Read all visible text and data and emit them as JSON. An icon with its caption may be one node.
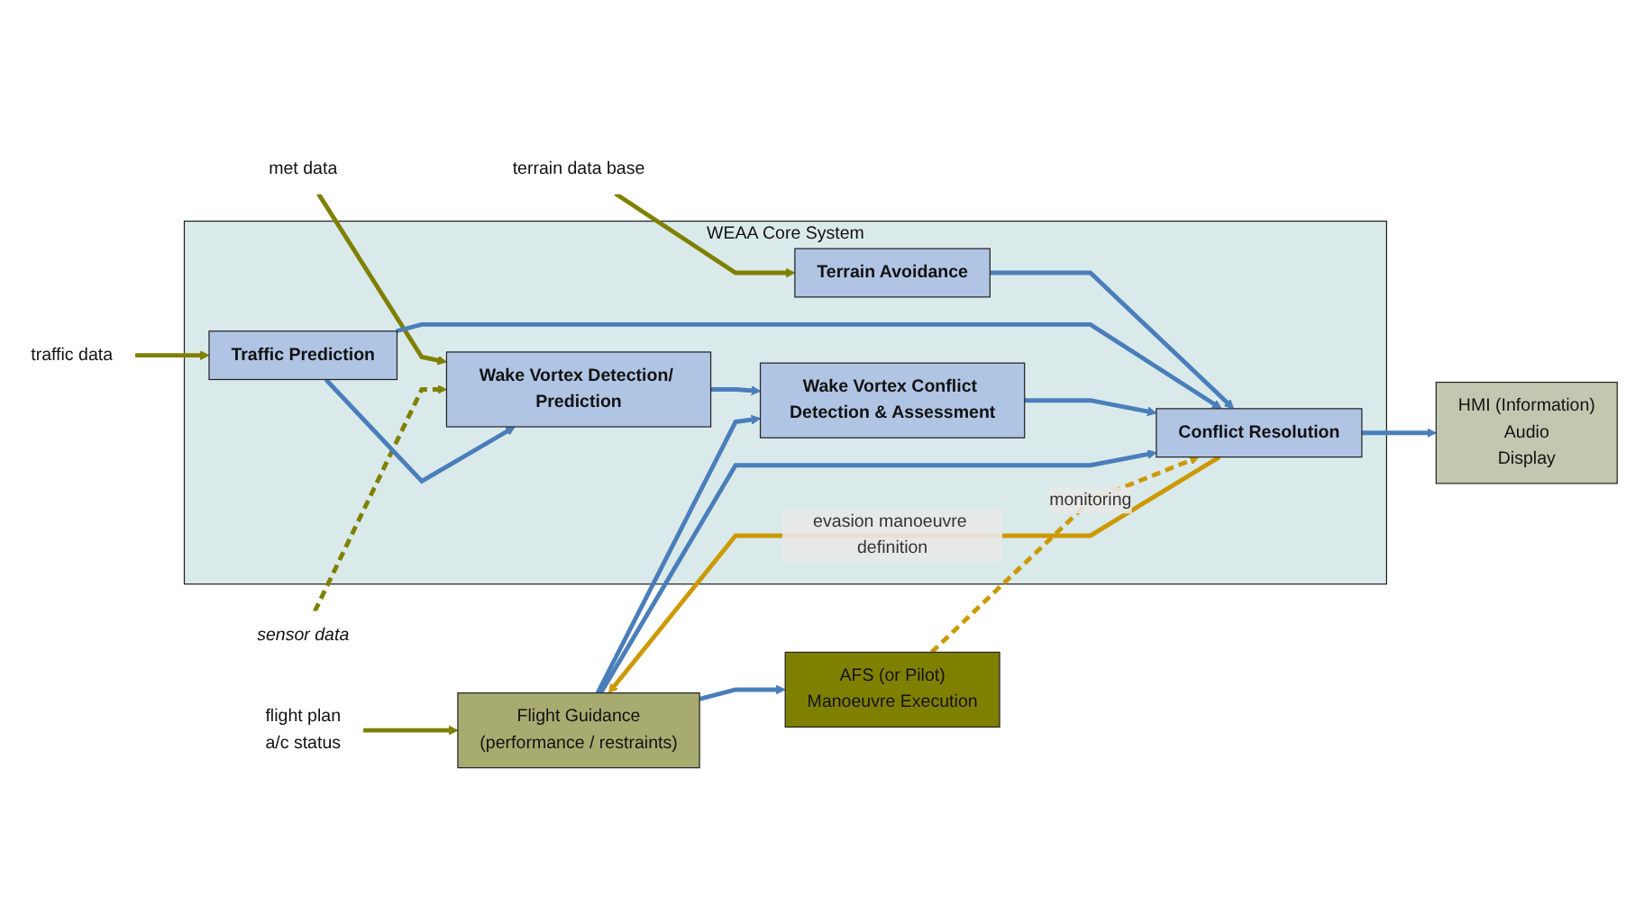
{
  "diagram": {
    "nodes": [
      {
        "text": [
          "WEAA Core System"
        ]
      },
      {
        "text": [
          "Terrain Avoidance"
        ],
        "in": 0
      },
      {
        "text": [
          "Traffic Prediction"
        ],
        "in": 0
      },
      {
        "text": [
          "Wake Vortex Detection/ Prediction"
        ],
        "in": 0
      },
      {
        "text": [
          "Wake Vortex Conflict Detection & Assessment"
        ],
        "in": 0
      },
      {
        "text": [
          "Conflict Resolution"
        ],
        "in": 0
      },
      {
        "text": [
          "HMI (Information)",
          "Audio",
          "Display"
        ]
      },
      {
        "text": [
          "Flight Guidance",
          "(performance / restraints)"
        ]
      },
      {
        "text": [
          "AFS (or Pilot)",
          "Manoeuvre Execution"
        ]
      },
      {
        "text": [
          "terrain data base"
        ]
      },
      {
        "text": [
          "traffic data"
        ]
      },
      {
        "text": [
          "met data"
        ]
      },
      {
        "text": [
          "sensor data"
        ]
      },
      {
        "text": [
          "flight plan",
          "a/c status"
        ]
      }
    ],
    "edges": [
      {
        "from": 9,
        "to": 1,
        "arrow": "to",
        "color": "#808000"
      },
      {
        "from": 10,
        "to": 2,
        "arrow": "to",
        "color": "#808000"
      },
      {
        "from": 11,
        "to": 3,
        "arrow": "to",
        "color": "#808000"
      },
      {
        "from": 12,
        "to": 3,
        "arrow": "to",
        "style": "dashed",
        "color": "#808000"
      },
      {
        "from": 13,
        "to": 7,
        "arrow": "to",
        "color": "#808000"
      },
      {
        "from": 1,
        "to": 5,
        "arrow": "to"
      },
      {
        "from": 2,
        "to": 5,
        "arrow": "to"
      },
      {
        "from": 2,
        "to": 3,
        "arrow": "to"
      },
      {
        "from": 3,
        "to": 4,
        "arrow": "to"
      },
      {
        "from": 4,
        "to": 5,
        "arrow": "to"
      },
      {
        "from": 5,
        "to": 6,
        "arrow": "to"
      },
      {
        "from": 7,
        "to": 4,
        "arrow": "to"
      },
      {
        "from": 7,
        "to": 5,
        "arrow": "to"
      },
      {
        "from": 7,
        "to": 8,
        "arrow": "to"
      },
      {
        "from": 5,
        "to": 7,
        "arrow": "to",
        "label": "evasion manoeuvre definition",
        "color": "#cc9900"
      },
      {
        "from": 8,
        "to": 5,
        "arrow": "to",
        "label": "monitoring",
        "style": "dashed",
        "color": "#cc9900"
      }
    ]
  }
}
